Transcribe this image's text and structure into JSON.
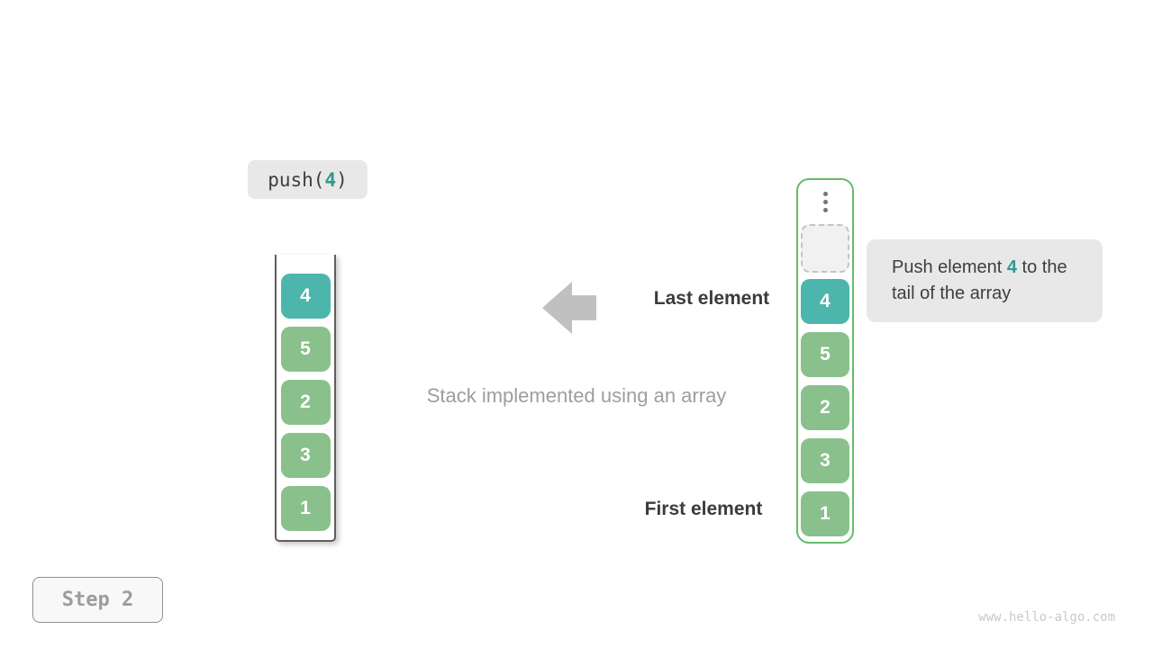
{
  "push_badge": {
    "prefix": "push(",
    "value": "4",
    "suffix": ")"
  },
  "stack": {
    "values": [
      "4",
      "5",
      "2",
      "3",
      "1"
    ]
  },
  "array": {
    "values": [
      "4",
      "5",
      "2",
      "3",
      "1"
    ]
  },
  "labels": {
    "last_element": "Last element",
    "first_element": "First element",
    "caption": "Stack implemented using an array"
  },
  "tooltip": {
    "text_before": "Push element ",
    "highlight": "4",
    "text_after": " to the tail of the array"
  },
  "step_badge": {
    "label": "Step 2"
  },
  "watermark": {
    "text": "www.hello-algo.com"
  },
  "icons": {
    "arrow": "left-block-arrow",
    "ellipsis": "vertical-ellipsis"
  },
  "colors": {
    "teal_cell": "#4db6ac",
    "green_cell": "#8ac08b",
    "array_border": "#66bb6a",
    "teal_text": "#2f9a8e",
    "badge_bg": "#e8e8e8",
    "dark_text": "#3b3b3b",
    "muted_text": "#9e9e9e",
    "arrow_gray": "#c0c0c0",
    "watermark_gray": "#c9c9c9"
  }
}
